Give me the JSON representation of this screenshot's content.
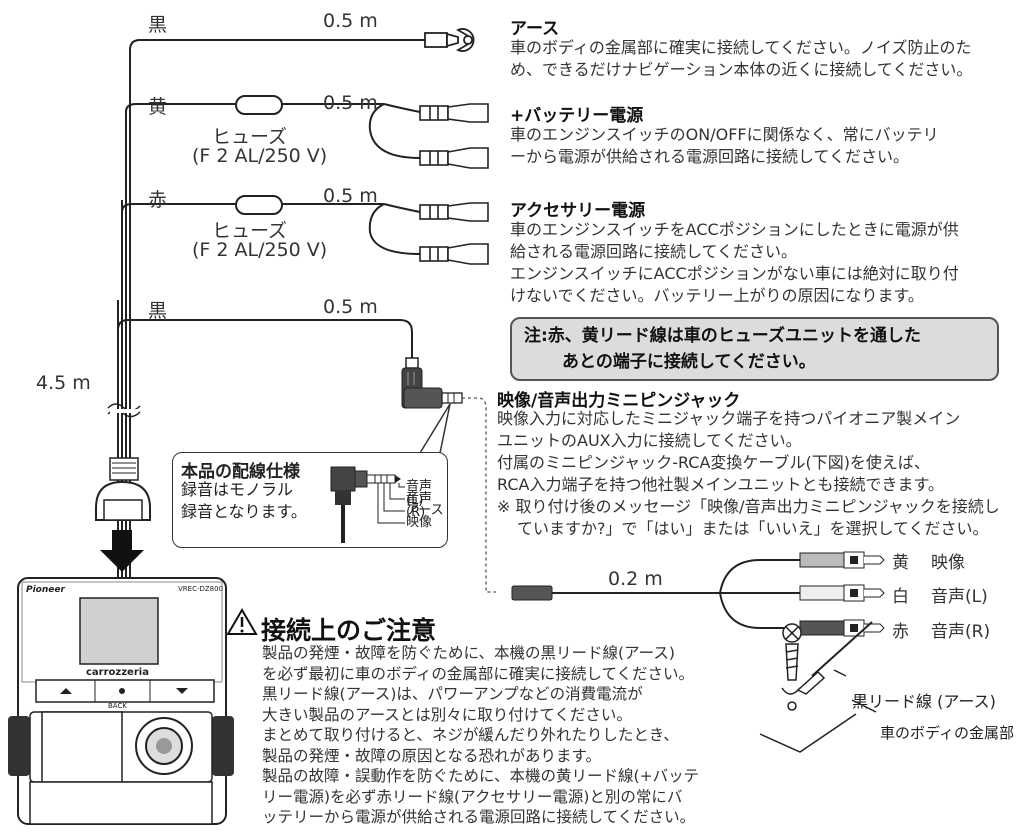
{
  "wires": [
    {
      "color": "黒",
      "length": "0.5 m"
    },
    {
      "color": "黄",
      "length": "0.5 m",
      "fuse": "ヒューズ",
      "fuse_spec": "(F 2 AL/250 V)"
    },
    {
      "color": "赤",
      "length": "0.5 m",
      "fuse": "ヒューズ",
      "fuse_spec": "(F 2 AL/250 V)"
    },
    {
      "color": "黒",
      "length": "0.5 m"
    }
  ],
  "main_cable_length": "4.5 m",
  "terminals": [
    {
      "title": "アース",
      "desc": [
        "車のボディの金属部に確実に接続してください。ノイズ防止のた",
        "め、できるだけナビゲーション本体の近くに接続してください。"
      ]
    },
    {
      "title": "+バッテリー電源",
      "desc": [
        "車のエンジンスイッチのON/OFFに関係なく、常にバッテリ",
        "ーから電源が供給される電源回路に接続してください。"
      ]
    },
    {
      "title": "アクセサリー電源",
      "desc": [
        "車のエンジンスイッチをACCポジションにしたときに電源が供",
        "給される電源回路に接続してください。",
        "エンジンスイッチにACCポジションがない車には絶対に取り付",
        "けないでください。バッテリー上がりの原因になります。"
      ]
    }
  ],
  "note": {
    "line1": "注:赤、黄リード線は車のヒューズユニットを通した",
    "line2": "あとの端子に接続してください。"
  },
  "jack": {
    "title": "映像/音声出力ミニピンジャック",
    "desc": [
      "映像入力に対応したミニジャック端子を持つパイオニア製メイン",
      "ユニットのAUX入力に接続してください。",
      "付属のミニピンジャック-RCA変換ケーブル(下図)を使えば、",
      "RCA入力端子を持つ他社製メインユニットとも接続できます。",
      "※ 取り付け後のメッセージ「映像/音声出力ミニピンジャックを接続し",
      "ていますか?」で「はい」または「いいえ」を選択してください。"
    ]
  },
  "spec": {
    "title": "本品の配線仕様",
    "desc": [
      "録音はモノラル",
      "録音となります。"
    ],
    "pins": [
      "音声(L)",
      "音声(R)",
      "アース",
      "映像"
    ]
  },
  "rca": {
    "length": "0.2 m",
    "plugs": [
      {
        "color": "黄",
        "signal": "映像"
      },
      {
        "color": "白",
        "signal": "音声(L)"
      },
      {
        "color": "赤",
        "signal": "音声(R)"
      }
    ]
  },
  "caution": {
    "title": "接続上のご注意",
    "lines": [
      "製品の発煙・故障を防ぐために、本機の黒リード線(アース)",
      "を必ず最初に車のボディの金属部に確実に接続してください。",
      "黒リード線(アース)は、パワーアンプなどの消費電流が",
      "大きい製品のアースとは別々に取り付けてください。",
      "まとめて取り付けると、ネジが緩んだり外れたりしたとき、",
      "製品の発煙・故障の原因となる恐れがあります。",
      "製品の故障・誤動作を防ぐために、本機の黄リード線(+バッテ",
      "リー電源)を必ず赤リード線(アクセサリー電源)と別の常にバ",
      "ッテリーから電源が供給される電源回路に接続してください。"
    ]
  },
  "ground_labels": {
    "lead": "黒リード線 (アース)",
    "body": "車のボディの金属部"
  },
  "device": {
    "brand": "Pioneer",
    "model": "VREC-DZ800",
    "logo": "carrozzeria",
    "back_label": "BACK"
  }
}
